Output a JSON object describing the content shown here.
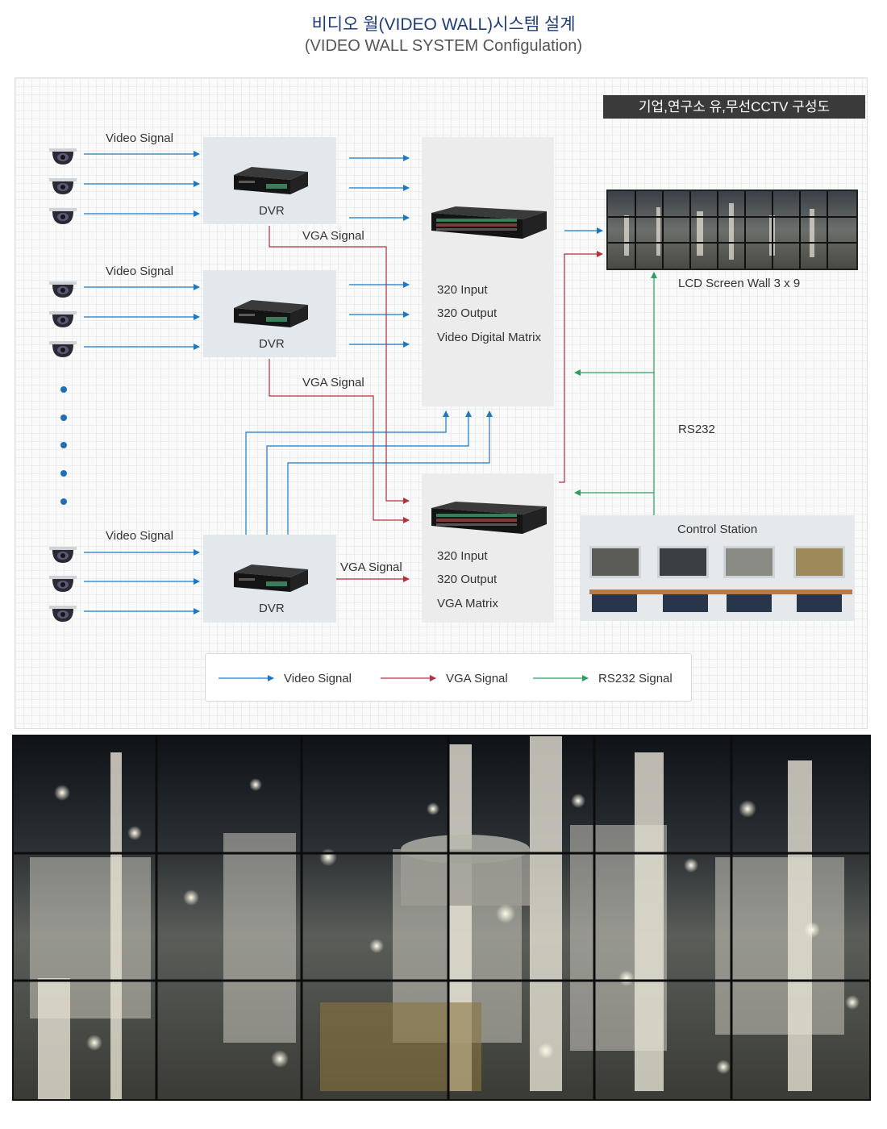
{
  "header": {
    "title": "비디오 월(VIDEO WALL)시스템 설계",
    "subtitle": "(VIDEO WALL SYSTEM Configulation)"
  },
  "diagram": {
    "badge": "기업,연구소 유,무선CCTV 구성도",
    "camera_groups": [
      {
        "signal_label": "Video Signal",
        "dvr_label": "DVR",
        "vga_label": "VGA Signal"
      },
      {
        "signal_label": "Video Signal",
        "dvr_label": "DVR",
        "vga_label": "VGA Signal"
      },
      {
        "signal_label": "Video Signal",
        "dvr_label": "DVR",
        "vga_label": "VGA Signal"
      }
    ],
    "digital_matrix": {
      "line1": "320 Input",
      "line2": "320 Output",
      "line3": "Video Digital Matrix"
    },
    "vga_matrix": {
      "line1": "320 Input",
      "line2": "320 Output",
      "line3": "VGA Matrix"
    },
    "screen_wall_label": "LCD Screen Wall 3 x 9",
    "rs232_label": "RS232",
    "control_station_label": "Control Station"
  },
  "legend": {
    "items": [
      {
        "label": "Video Signal",
        "color": "#1f78c0"
      },
      {
        "label": "VGA Signal",
        "color": "#b3303c"
      },
      {
        "label": "RS232 Signal",
        "color": "#2e9e60"
      }
    ]
  },
  "colors": {
    "video": "#1f78c0",
    "vga": "#b3303c",
    "rs232": "#2e9e60",
    "title": "#1f3c78"
  },
  "icons": [
    "dome-camera-icon",
    "dvr-device-icon",
    "matrix-device-icon",
    "monitor-icon",
    "ellipsis-dot"
  ]
}
